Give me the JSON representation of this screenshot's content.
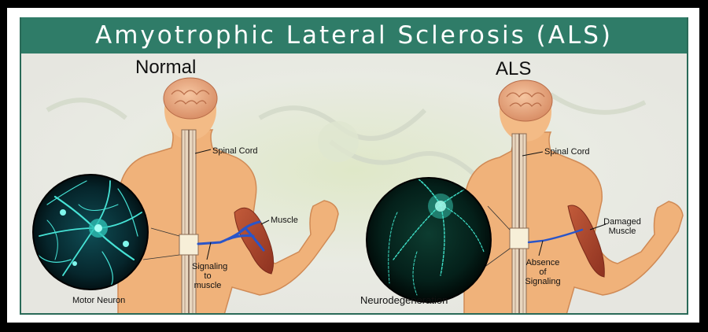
{
  "title": "Amyotrophic Lateral Sclerosis (ALS)",
  "panels": {
    "normal": {
      "heading": "Normal",
      "spinal_cord_label": "Spinal Cord",
      "muscle_label": "Muscle",
      "signal_label_lines": [
        "Signaling",
        "to",
        "muscle"
      ],
      "neuron_label": "Motor Neuron"
    },
    "als": {
      "heading": "ALS",
      "spinal_cord_label": "Spinal Cord",
      "muscle_label_lines": [
        "Damaged",
        "Muscle"
      ],
      "signal_label_lines": [
        "Absence",
        "of",
        "Signaling"
      ],
      "neuron_label": "Neurodegeneration"
    }
  },
  "colors": {
    "title_bar": "#2f7c68",
    "skin": "#f0b27a",
    "brain": "#e9a782",
    "neuron_glow": "#3fe0d0",
    "nerve_blue": "#2a55c8",
    "muscle_red": "#b84a2e"
  }
}
